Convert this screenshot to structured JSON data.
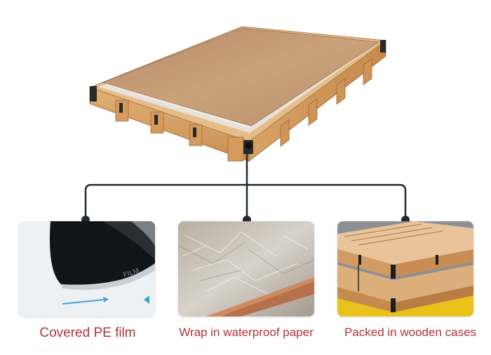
{
  "colors": {
    "caption": "#b5323c",
    "connector": "#1f2a33",
    "wood": "#d9a56b",
    "sheet": "#c8a07a"
  },
  "hero": {
    "icon": "wooden-pallet-with-sheet-icon"
  },
  "steps": [
    {
      "caption": "Covered PE film",
      "icon": "pe-film-icon"
    },
    {
      "caption": "Wrap in waterproof paper",
      "icon": "waterproof-paper-icon"
    },
    {
      "caption": "Packed in wooden cases",
      "icon": "wooden-cases-icon"
    }
  ]
}
